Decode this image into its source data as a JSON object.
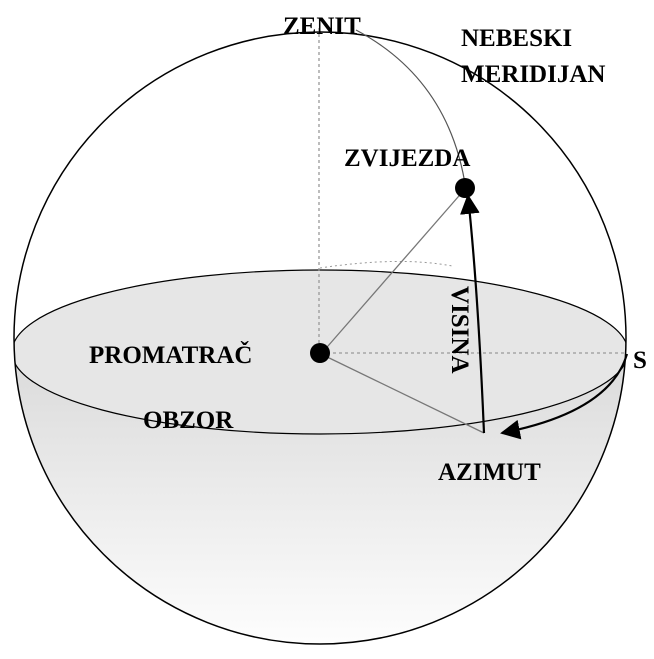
{
  "labels": {
    "zenith": "ZENIT",
    "meridian_line1": "NEBESKI",
    "meridian_line2": "MERIDIJAN",
    "star": "ZVIJEZDA",
    "altitude": "VISINA",
    "observer": "PROMATRAČ",
    "horizon": "OBZOR",
    "south": "S",
    "azimuth": "AZIMUT"
  },
  "colors": {
    "line": "#000000",
    "horizon_fill": "#e6e6e6",
    "shade": "#cfcfcf",
    "guide": "#999999"
  }
}
